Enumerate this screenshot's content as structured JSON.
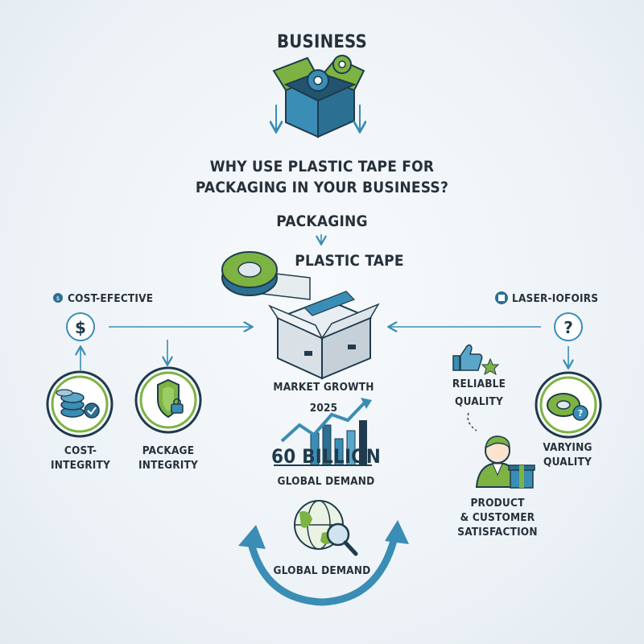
{
  "top": {
    "title": "BUSINESS"
  },
  "question": {
    "line1": "WHY USE PLASTIC TAPE FOR",
    "line2": "PACKAGING IN YOUR BUSINESS?"
  },
  "flow": {
    "packaging": "PACKAGING",
    "plastic_tape": "PLASTIC TAPE"
  },
  "left": {
    "header": "COST-EFECTIVE",
    "item1": {
      "line1": "COST-",
      "line2": "INTEGRITY"
    },
    "item2": {
      "line1": "PACKAGE",
      "line2": "INTEGRITY"
    }
  },
  "right": {
    "header": "LASER-IOFOIRS",
    "reliable": {
      "line1": "RELIABLE",
      "line2": "QUALITY"
    },
    "varying": {
      "line1": "VARYING",
      "line2": "QUALITY"
    },
    "satisfaction": {
      "line1": "PRODUCT",
      "line2": "& CUSTOMER",
      "line3": "SATISFACTION"
    }
  },
  "center": {
    "market": {
      "line1": "MARKET GROWTH",
      "line2": "2025"
    },
    "big_number": "60 BILLION",
    "demand_label": "GLOBAL DEMAND",
    "bottom_label": "GLOBAL DEMAND"
  },
  "colors": {
    "teal": "#3a8db5",
    "green": "#7cb342",
    "navy": "#1f3b4d",
    "box": "#d9e0e6"
  }
}
